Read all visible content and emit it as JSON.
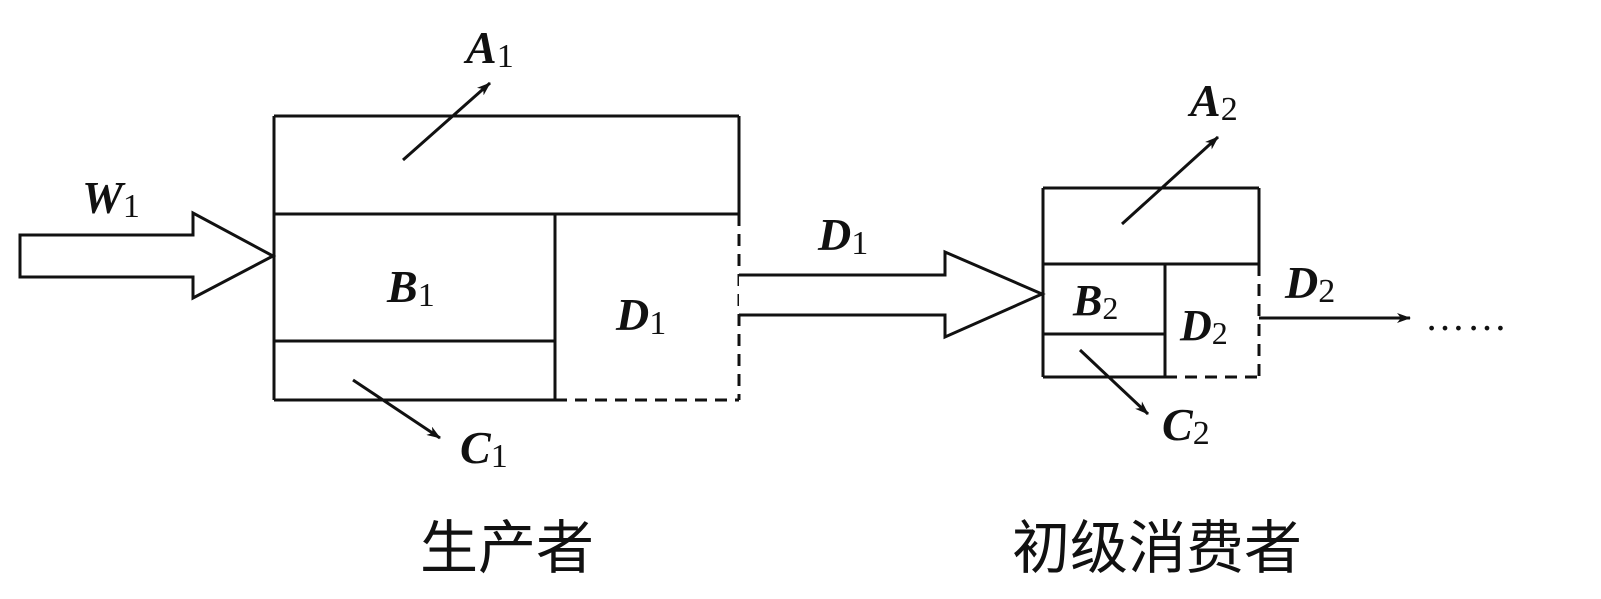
{
  "producer": {
    "caption": "生产者",
    "input": {
      "letter": "W",
      "sub": "1"
    },
    "respiration": {
      "letter": "A",
      "sub": "1"
    },
    "growth": {
      "letter": "B",
      "sub": "1"
    },
    "decomposer": {
      "letter": "C",
      "sub": "1"
    },
    "next_level": {
      "letter": "D",
      "sub": "1"
    }
  },
  "transfer_label": {
    "letter": "D",
    "sub": "1"
  },
  "primary_consumer": {
    "caption": "初级消费者",
    "respiration": {
      "letter": "A",
      "sub": "2"
    },
    "growth": {
      "letter": "B",
      "sub": "2"
    },
    "decomposer": {
      "letter": "C",
      "sub": "2"
    },
    "next_level": {
      "letter": "D",
      "sub": "2"
    }
  },
  "outflow_label": {
    "letter": "D",
    "sub": "2"
  },
  "continuation": "……"
}
